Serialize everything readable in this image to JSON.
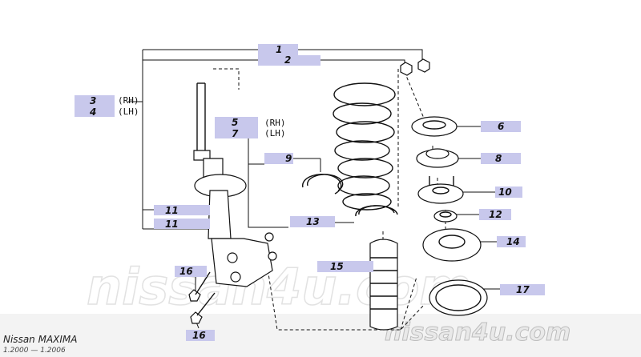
{
  "vehicle": {
    "model": "Nissan  MAXIMA",
    "years": "1.2000  —  1.2006"
  },
  "watermark": {
    "big": "nissan4u.com",
    "small": "nissan4u.com"
  },
  "callouts": {
    "c1": "1",
    "c2": "2",
    "c3": "3",
    "c4": "4",
    "c5": "5",
    "c6": "6",
    "c7": "7",
    "c8": "8",
    "c9": "9",
    "c10": "10",
    "c11a": "11",
    "c11b": "11",
    "c12": "12",
    "c13": "13",
    "c14": "14",
    "c15": "15",
    "c16a": "16",
    "c16b": "16",
    "c17": "17"
  },
  "side_tags": {
    "rh_a": "(RH)",
    "lh_a": "(LH)",
    "rh_b": "(RH)",
    "lh_b": "(LH)"
  },
  "colors": {
    "callout_bg": "#c8c8ec",
    "line": "#111111"
  }
}
